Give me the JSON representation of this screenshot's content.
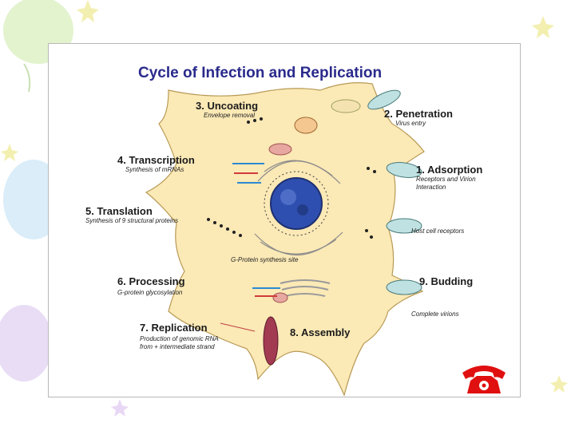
{
  "title": "Cycle of Infection and Replication",
  "steps": [
    {
      "heading": "3. Uncoating",
      "desc": "Envelope removal"
    },
    {
      "heading": "2. Penetration",
      "desc": "Virus entry"
    },
    {
      "heading": "4. Transcription",
      "desc": "Synthesis of mRNAs"
    },
    {
      "heading": "1. Adsorption",
      "desc": "Receptors and Virion\nInteraction"
    },
    {
      "heading": "5. Translation",
      "desc": "Synthesis of 9 structural proteins"
    },
    {
      "heading": "6. Processing",
      "desc": "G-protein glycosylation"
    },
    {
      "heading": "9. Budding",
      "desc": ""
    },
    {
      "heading": "7. Replication",
      "desc": "Production of genomic RNA\nfrom + intermediate strand"
    },
    {
      "heading": "8. Assembly",
      "desc": ""
    }
  ],
  "notes": {
    "host_cell_receptors": "Host cell receptors",
    "g_protein_synthesis": "G-Protein synthesis site",
    "complete_virions": "Complete virions"
  },
  "colors": {
    "cell_fill": "#fbe9b6",
    "cell_stroke": "#b89a55",
    "nucleus": "#2f4fb0",
    "title": "#2a2a8c",
    "phone": "#e01010"
  },
  "icons": [
    "phone-icon"
  ]
}
